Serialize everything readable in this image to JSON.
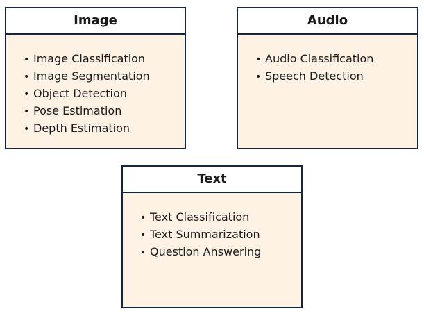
{
  "colors": {
    "border": "#17243d",
    "header-bg": "#ffffff",
    "body-bg": "#fdf2e3",
    "text": "#1a1a1a",
    "canvas-bg": "#ffffff"
  },
  "boxes": [
    {
      "title": "Image",
      "items": [
        "Image Classification",
        "Image Segmentation",
        "Object Detection",
        "Pose Estimation",
        "Depth Estimation"
      ]
    },
    {
      "title": "Audio",
      "items": [
        "Audio Classification",
        "Speech Detection"
      ]
    },
    {
      "title": "Text",
      "items": [
        "Text Classification",
        "Text Summarization",
        "Question Answering"
      ]
    }
  ]
}
